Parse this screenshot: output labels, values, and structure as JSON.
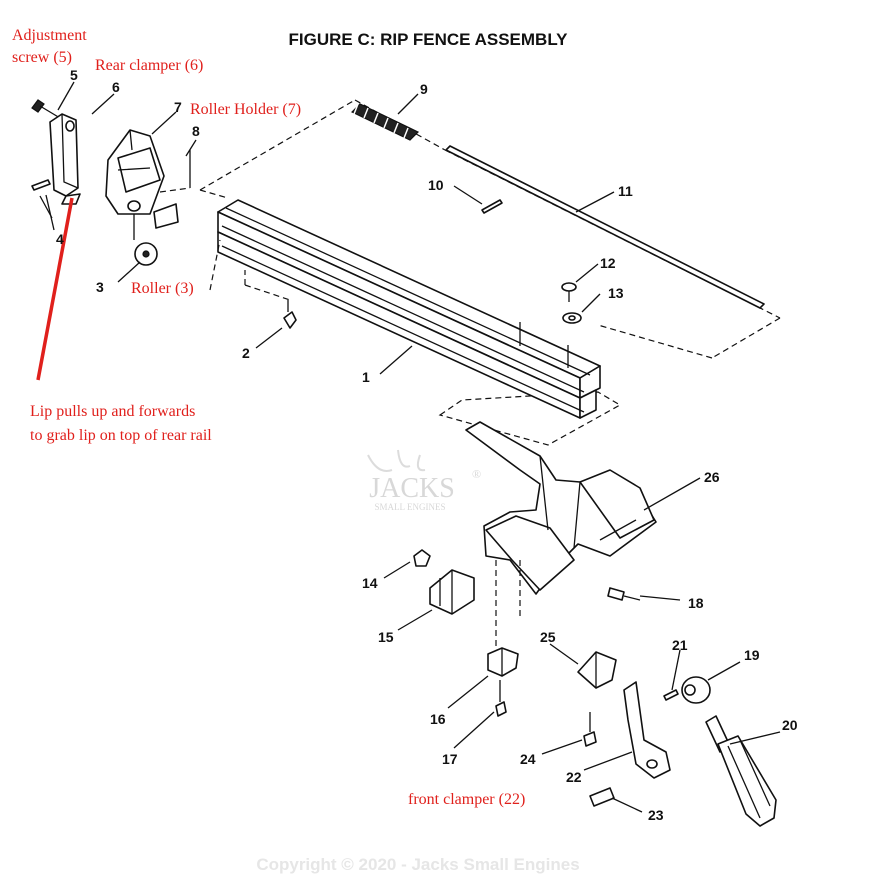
{
  "title": "FIGURE C: RIP FENCE ASSEMBLY",
  "annotations": {
    "adjustment_screw_line1": "Adjustment",
    "adjustment_screw_line2": "screw (5)",
    "rear_clamper": "Rear clamper (6)",
    "roller_holder": "Roller Holder (7)",
    "roller": "Roller (3)",
    "lip_line1": "Lip pulls up and forwards",
    "lip_line2": "to grab lip on top of rear rail",
    "front_clamper": "front clamper (22)"
  },
  "part_numbers": {
    "p1": "1",
    "p2": "2",
    "p3": "3",
    "p4": "4",
    "p5": "5",
    "p6": "6",
    "p7": "7",
    "p8": "8",
    "p9": "9",
    "p10": "10",
    "p11": "11",
    "p12": "12",
    "p13": "13",
    "p14": "14",
    "p15": "15",
    "p16": "16",
    "p17": "17",
    "p18": "18",
    "p19": "19",
    "p20": "20",
    "p21": "21",
    "p22": "22",
    "p23": "23",
    "p24": "24",
    "p25": "25",
    "p26": "26"
  },
  "watermark": {
    "logo_text": "JACKS",
    "logo_sub": "SMALL ENGINES",
    "copyright": "Copyright © 2020 - Jacks Small Engines"
  },
  "colors": {
    "annotation_red": "#e0201c",
    "line_black": "#111111",
    "watermark_gray": "#d8d8d8"
  }
}
